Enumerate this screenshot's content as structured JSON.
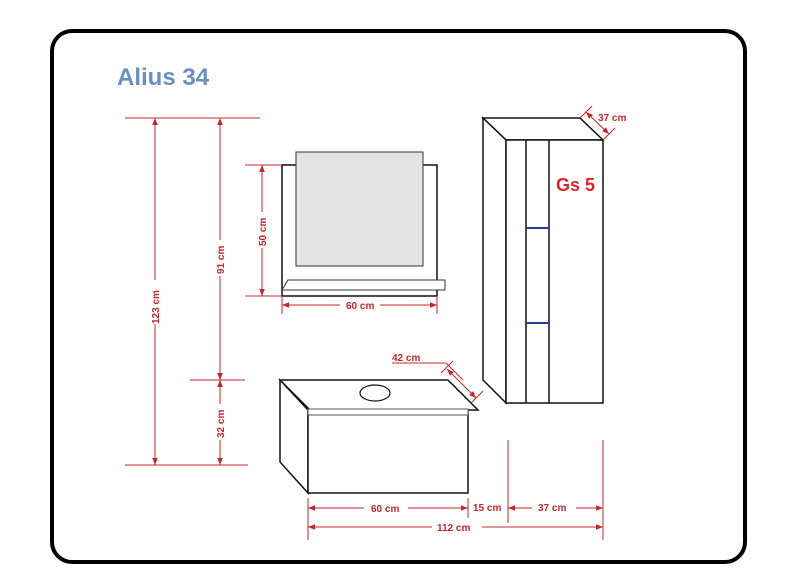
{
  "title": "Alius 34",
  "model_label": "Gs 5",
  "colors": {
    "title": "#6a8fc0",
    "dimension": "#c0282c",
    "model": "#d9262e",
    "mirror": "#e3e3e3",
    "shelf_line": "#2a3a8c"
  },
  "dimensions": {
    "total_height": "123 cm",
    "mirror_zone_height": "91 cm",
    "cabinet_height": "32 cm",
    "mirror_height": "50 cm",
    "mirror_width": "60 cm",
    "cabinet_depth": "42 cm",
    "cabinet_width": "60 cm",
    "gap_width": "15 cm",
    "tall_width": "37 cm",
    "total_width": "112 cm",
    "tall_depth": "37 cm"
  }
}
